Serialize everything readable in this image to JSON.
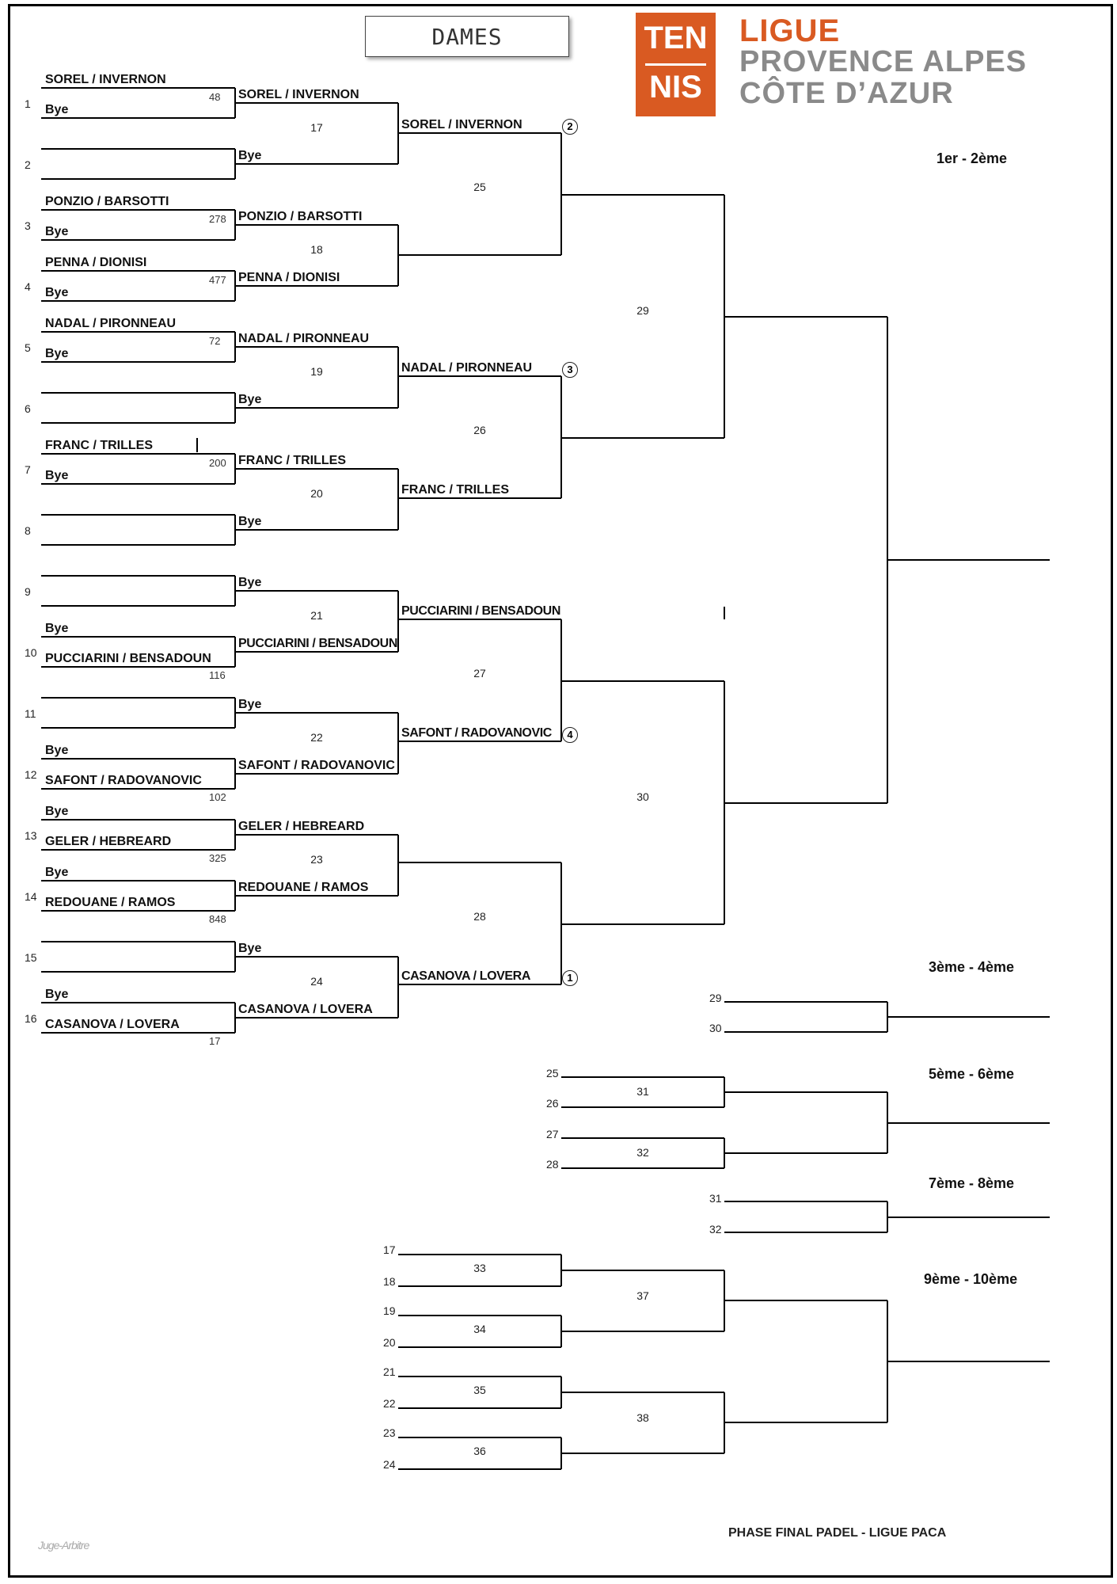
{
  "header": {
    "draw_label": "DAMES",
    "logo_top": "TEN",
    "logo_bottom": "NIS",
    "league_line1": "LIGUE",
    "league_line2": "PROVENCE ALPES",
    "league_line3": "CÔTE D’AZUR"
  },
  "placements": {
    "p1": "1er - 2ème",
    "p3": "3ème - 4ème",
    "p5": "5ème - 6ème",
    "p7": "7ème - 8ème",
    "p9": "9ème - 10ème"
  },
  "footer": {
    "text": "PHASE FINAL PADEL - LIGUE PACA"
  },
  "bracket": {
    "r1": [
      {
        "n": "1",
        "top": "SOREL / INVERNON",
        "bot": "Bye",
        "rank": "48"
      },
      {
        "n": "2",
        "top": "",
        "bot": "",
        "rank": ""
      },
      {
        "n": "3",
        "top": "PONZIO / BARSOTTI",
        "bot": "Bye",
        "rank": "278"
      },
      {
        "n": "4",
        "top": "PENNA / DIONISI",
        "bot": "Bye",
        "rank": "477"
      },
      {
        "n": "5",
        "top": "NADAL / PIRONNEAU",
        "bot": "Bye",
        "rank": "72"
      },
      {
        "n": "6",
        "top": "",
        "bot": "",
        "rank": ""
      },
      {
        "n": "7",
        "top": "FRANC / TRILLES",
        "bot": "Bye",
        "rank": "200"
      },
      {
        "n": "8",
        "top": "",
        "bot": "",
        "rank": ""
      },
      {
        "n": "9",
        "top": "",
        "bot": "",
        "rank": ""
      },
      {
        "n": "10",
        "top": "Bye",
        "bot": "PUCCIARINI / BENSADOUN",
        "rank": "116"
      },
      {
        "n": "11",
        "top": "",
        "bot": "",
        "rank": ""
      },
      {
        "n": "12",
        "top": "Bye",
        "bot": "SAFONT / RADOVANOVIC",
        "rank": "102"
      },
      {
        "n": "13",
        "top": "Bye",
        "bot": "GELER / HEBREARD",
        "rank": "325"
      },
      {
        "n": "14",
        "top": "Bye",
        "bot": "REDOUANE / RAMOS",
        "rank": "848"
      },
      {
        "n": "15",
        "top": "",
        "bot": "",
        "rank": ""
      },
      {
        "n": "16",
        "top": "Bye",
        "bot": "CASANOVA / LOVERA",
        "rank": "17"
      }
    ],
    "r2": [
      {
        "m": "17",
        "top": "SOREL / INVERNON",
        "bot": "Bye"
      },
      {
        "m": "18",
        "top": "PONZIO / BARSOTTI",
        "bot": "PENNA / DIONISI"
      },
      {
        "m": "19",
        "top": "NADAL / PIRONNEAU",
        "bot": "Bye"
      },
      {
        "m": "20",
        "top": "FRANC / TRILLES",
        "bot": "Bye"
      },
      {
        "m": "21",
        "top": "Bye",
        "bot": "PUCCIARINI / BENSADOUN"
      },
      {
        "m": "22",
        "top": "Bye",
        "bot": "SAFONT / RADOVANOVIC"
      },
      {
        "m": "23",
        "top": "GELER / HEBREARD",
        "bot": "REDOUANE / RAMOS"
      },
      {
        "m": "24",
        "top": "Bye",
        "bot": "CASANOVA / LOVERA"
      }
    ],
    "r3": [
      {
        "m": "25",
        "top": "SOREL / INVERNON",
        "seed_top": "2",
        "bot": "",
        "seed_bot": ""
      },
      {
        "m": "26",
        "top": "NADAL / PIRONNEAU",
        "seed_top": "3",
        "bot": "FRANC / TRILLES",
        "seed_bot": ""
      },
      {
        "m": "27",
        "top": "PUCCIARINI / BENSADOUN",
        "seed_top": "",
        "bot": "SAFONT / RADOVANOVIC",
        "seed_bot": "4"
      },
      {
        "m": "28",
        "top": "",
        "seed_top": "",
        "bot": "CASANOVA / LOVERA",
        "seed_bot": "1"
      }
    ],
    "r4": [
      "29",
      "30"
    ],
    "consolation": {
      "p3": [
        "29",
        "30"
      ],
      "p5_feed": [
        "25",
        "26",
        "27",
        "28"
      ],
      "p5_matches": [
        "31",
        "32"
      ],
      "p7": [
        "31",
        "32"
      ],
      "p9_feed": [
        "17",
        "18",
        "19",
        "20",
        "21",
        "22",
        "23",
        "24"
      ],
      "p9_m1": [
        "33",
        "34",
        "35",
        "36"
      ],
      "p9_m2": [
        "37",
        "38"
      ]
    }
  }
}
